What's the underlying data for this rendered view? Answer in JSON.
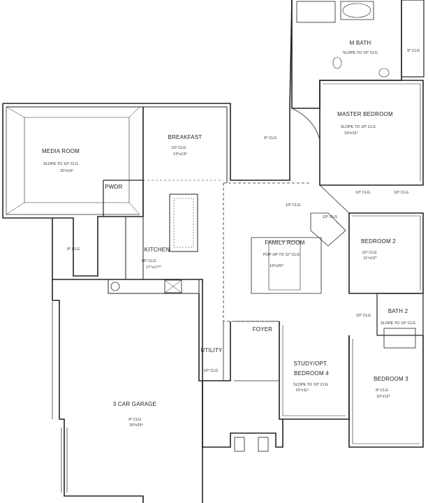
{
  "rooms": {
    "m_bath": {
      "name": "M BATH",
      "note": "SLOPE TO 10⁰ CLG"
    },
    "master_bedroom": {
      "name": "MASTER BEDROOM",
      "note": "SLOPE TO 10⁰ CLG",
      "size": "15⁸x15⁴"
    },
    "media_room": {
      "name": "MEDIA ROOM",
      "note": "SLOPE TO 10⁰ CLG",
      "size": "20⁴x16⁷"
    },
    "breakfast": {
      "name": "BREAKFAST",
      "note": "10⁰ CLG",
      "size": "13⁴x13⁸"
    },
    "pwdr": {
      "name": "PWDR"
    },
    "kitchen": {
      "name": "KITCHEN",
      "note": "10⁰ CLG",
      "size": "17⁴x17¹⁰"
    },
    "family_room": {
      "name": "FAMILY ROOM",
      "note": "POP-UP TO 11⁰ CLG",
      "size": "16⁸x20⁸"
    },
    "bedroom_2": {
      "name": "BEDROOM 2",
      "note": "10⁰ CLG",
      "size": "11⁴x12⁰"
    },
    "bath_2": {
      "name": "BATH 2",
      "note": "SLOPE TO 10⁰ CLG"
    },
    "foyer": {
      "name": "FOYER"
    },
    "utility": {
      "name": "UTILITY",
      "note": "10⁰ CLG"
    },
    "study": {
      "name": "STUDY/OPT.",
      "name2": "BEDROOM 4",
      "note": "SLOPE TO 10⁰ CLG",
      "size": "10⁴x11⁴"
    },
    "bedroom_3": {
      "name": "BEDROOM 3",
      "note": "9⁰ CLG",
      "size": "10⁴x12⁰"
    },
    "garage": {
      "name": "3 CAR GARAGE",
      "note": "9⁰ CLG",
      "size": "20⁸x29⁸"
    }
  },
  "ceiling_notes": {
    "hall_upper": "9⁰ CLG",
    "hall_left": "9⁰ CLG",
    "family_top": "10⁰ CLG",
    "hall_right": "10⁰ CLG",
    "closet_a": "10⁰ CLG",
    "closet_b": "10⁰ CLG",
    "bath_closet": "9⁰ CLG",
    "bath2_hall": "10⁰ CLG"
  }
}
